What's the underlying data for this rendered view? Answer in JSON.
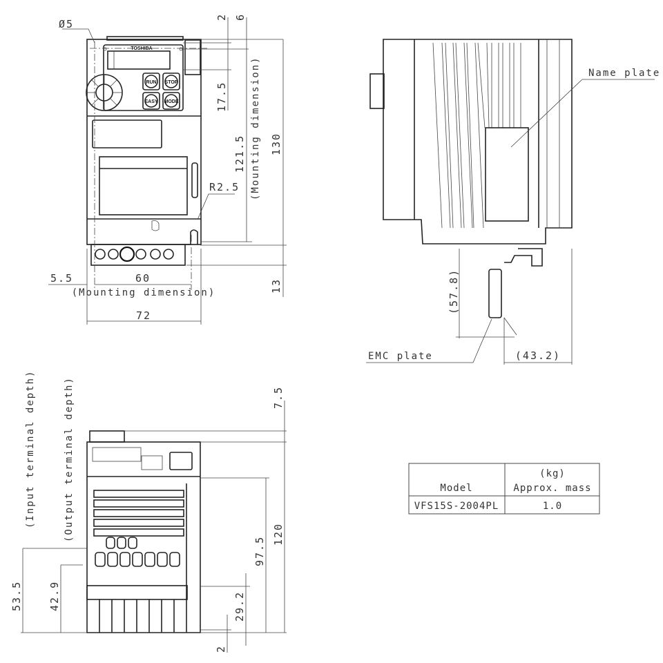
{
  "drawing": {
    "front_view": {
      "brand": "TOSHIBA",
      "buttons": [
        "RUN",
        "STOP",
        "EASY",
        "MODE"
      ],
      "dimensions": {
        "hole_diameter": "Ø5",
        "top_offset_1": "2",
        "top_offset_2": "6",
        "panel_height": "17.5",
        "mounting_height": "121.5",
        "mounting_height_note": "(Mounting dimension)",
        "total_height": "130",
        "corner_radius": "R2.5",
        "bottom_offset": "13",
        "side_offset": "5.5",
        "mounting_width": "60",
        "mounting_width_note": "(Mounting dimension)",
        "total_width": "72"
      }
    },
    "side_view": {
      "callouts": {
        "name_plate": "Name plate",
        "emc_plate": "EMC plate"
      },
      "dimensions": {
        "emc_height": "(57.8)",
        "emc_depth": "(43.2)"
      }
    },
    "bottom_view": {
      "dimensions": {
        "top_offset": "7.5",
        "total_height": "120",
        "upper_height": "97.5",
        "lower_height": "29.2",
        "bottom_offset": "2",
        "input_terminal_depth": "53.5",
        "input_terminal_label": "(Input terminal depth)",
        "output_terminal_depth": "42.9",
        "output_terminal_label": "(Output terminal depth)"
      }
    },
    "mass_table": {
      "headers": {
        "model": "Model",
        "unit": "(kg)",
        "mass": "Approx. mass"
      },
      "rows": [
        {
          "model": "VFS15S-2004PL",
          "mass": "1.0"
        }
      ]
    }
  }
}
